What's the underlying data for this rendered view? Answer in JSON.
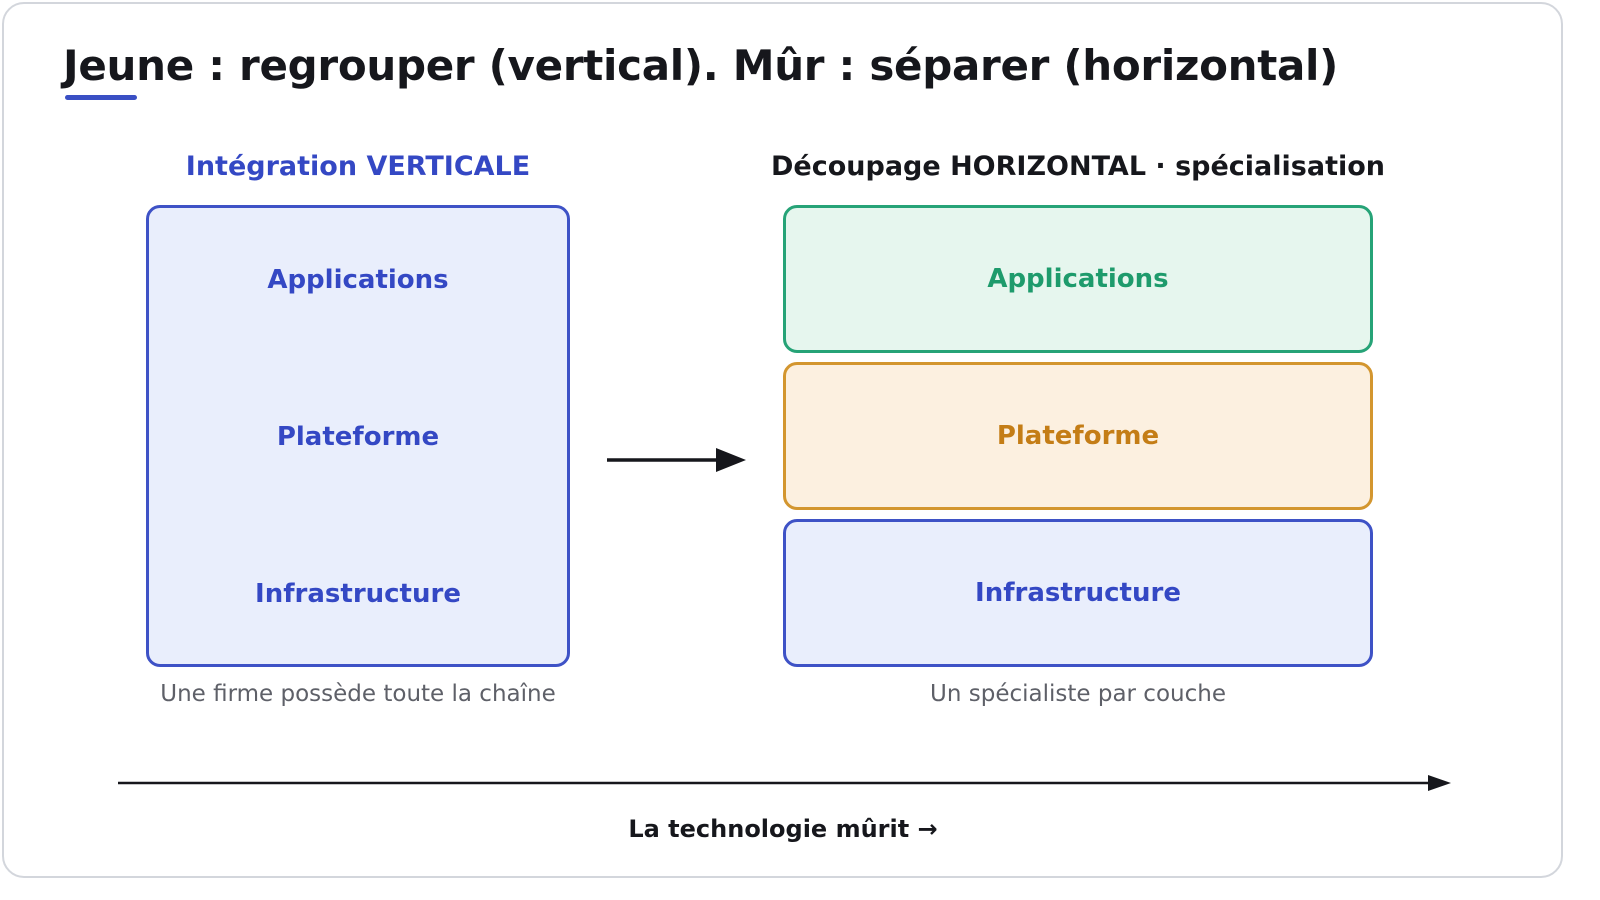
{
  "title": "Jeune : regrouper (vertical). Mûr : séparer (horizontal)",
  "left_panel": {
    "heading": "Intégration VERTICALE",
    "layers": [
      "Applications",
      "Plateforme",
      "Infrastructure"
    ],
    "caption": "Une firme possède toute la chaîne"
  },
  "right_panel": {
    "heading": "Découpage HORIZONTAL · spécialisation",
    "layers": [
      {
        "label": "Applications",
        "color": "#1e9b6c",
        "fill": "#e6f6ee"
      },
      {
        "label": "Plateforme",
        "color": "#c47d16",
        "fill": "#fcf0e0"
      },
      {
        "label": "Infrastructure",
        "color": "#3448c4",
        "fill": "#e9eefc"
      }
    ],
    "caption": "Un spécialiste par couche"
  },
  "timeline": {
    "label": "La technologie mûrit →"
  },
  "colors": {
    "accent_blue": "#3448c4",
    "text_dark": "#16171c",
    "caption_gray": "#5e6068"
  }
}
